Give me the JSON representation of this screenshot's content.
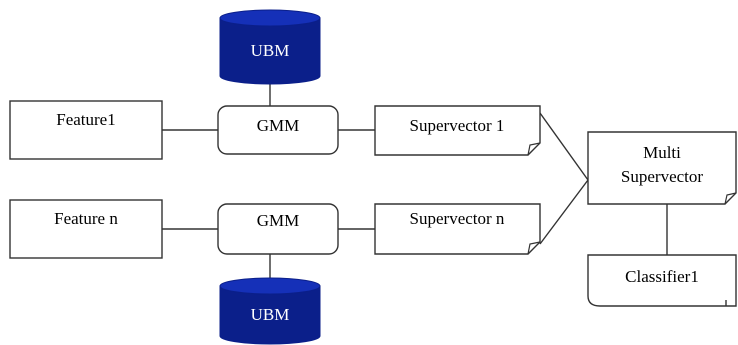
{
  "diagram": {
    "ubm_top": {
      "label": "UBM"
    },
    "ubm_bottom": {
      "label": "UBM"
    },
    "feature1": {
      "label": "Feature1"
    },
    "feature_n": {
      "label": "Feature n"
    },
    "gmm1": {
      "label": "GMM"
    },
    "gmm_n": {
      "label": "GMM"
    },
    "supervector1": {
      "label": "Supervector 1"
    },
    "supervector_n": {
      "label": "Supervector n"
    },
    "multi_supervector": {
      "line1": "Multi",
      "line2": "Supervector"
    },
    "classifier": {
      "label": "Classifier1"
    }
  },
  "colors": {
    "ubm_fill": "#0b1f8a",
    "stroke": "#333333",
    "text": "#000000",
    "ubm_text": "#ffffff"
  }
}
